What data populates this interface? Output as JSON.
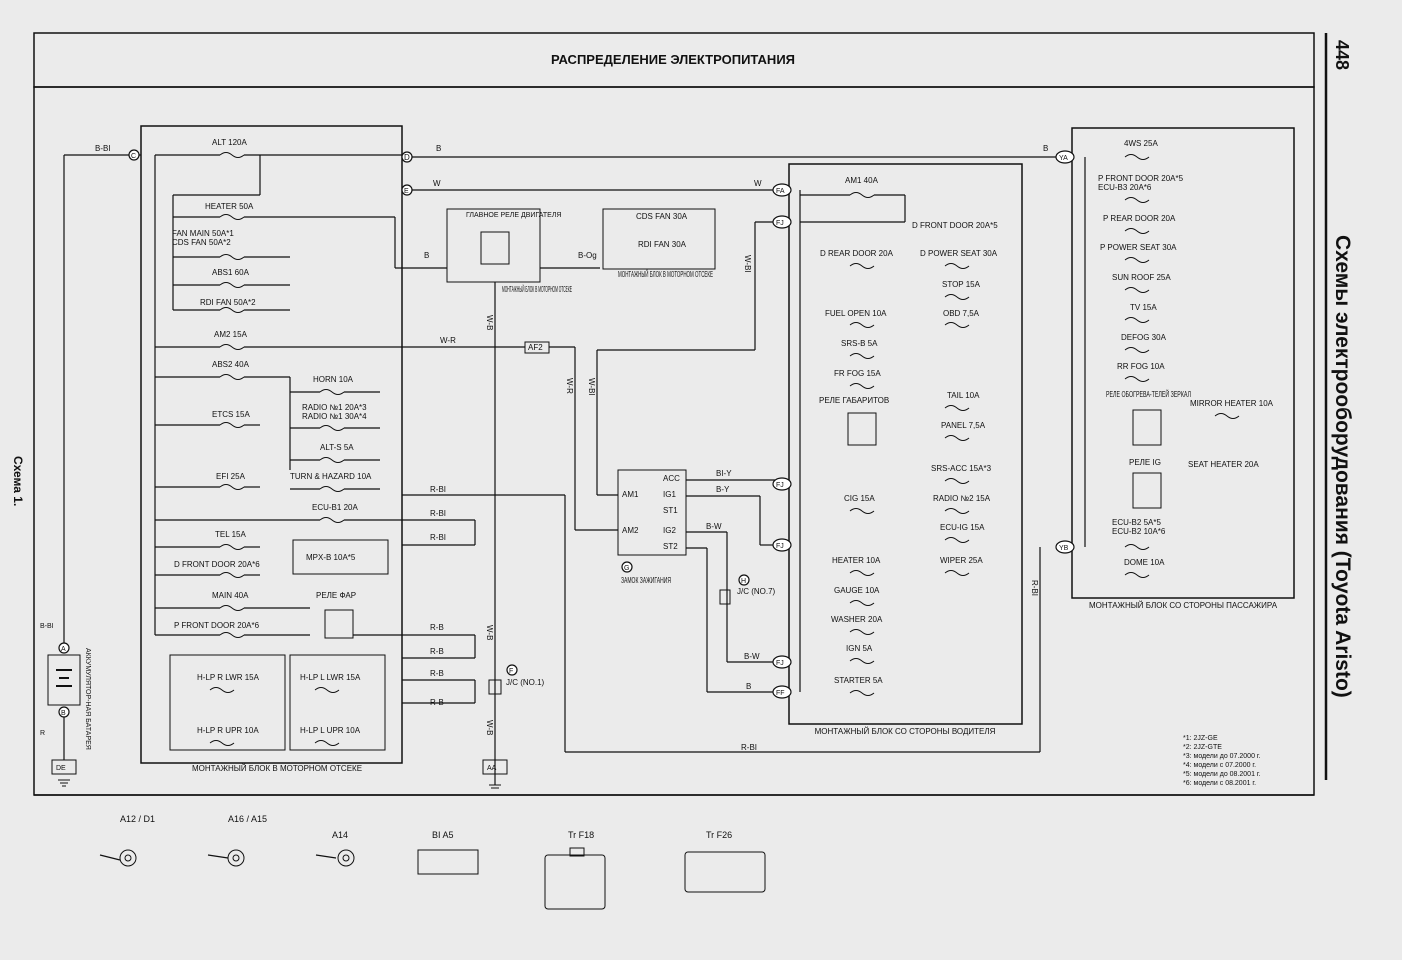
{
  "header": {
    "title": "РАСПРЕДЕЛЕНИЕ ЭЛЕКТРОПИТАНИЯ",
    "page_number": "448",
    "side_title": "Схемы электрооборудования (Toyota Aristo)",
    "scheme_label": "Схема 1."
  },
  "engine_block": {
    "caption": "МОНТАЖНЫЙ БЛОК В МОТОРНОМ ОТСЕКЕ",
    "fuses": [
      "ALT 120A",
      "HEATER 50A",
      "FAN MAIN 50A*1",
      "CDS FAN 50A*2",
      "ABS1 60A",
      "RDI FAN 50A*2",
      "AM2 15A",
      "ABS2 40A",
      "HORN 10A",
      "ETCS 15A",
      "RADIO №1 20A*3",
      "RADIO №1 30A*4",
      "ALT-S 5A",
      "EFI 25A",
      "TURN & HAZARD 10A",
      "ECU-B1 20A",
      "TEL 15A",
      "MPX-B 10A*5",
      "D FRONT DOOR 20A*6",
      "MAIN 40A",
      "P FRONT DOOR 20A*6",
      "H-LP R LWR 15A",
      "H-LP L LWR 15A",
      "H-LP R UPR 10A",
      "H-LP L UPR 10A"
    ],
    "relay_label": "РЕЛЕ ФАР"
  },
  "main_relay": {
    "title": "ГЛАВНОЕ РЕЛЕ ДВИГАТЕЛЯ",
    "block_note": "МОНТАЖНЫЙ БЛОК В МОТОРНОМ ОТСЕКЕ"
  },
  "fan_block": {
    "fuses": [
      "CDS FAN 30A",
      "RDI FAN 30A"
    ],
    "caption": "МОНТАЖНЫЙ БЛОК В МОТОРНОМ ОТСЕКЕ"
  },
  "driver_block": {
    "caption": "МОНТАЖНЫЙ БЛОК СО СТОРОНЫ ВОДИТЕЛЯ",
    "fuses_left": [
      "AM1 40A",
      "D REAR DOOR 20A",
      "FUEL OPEN 10A",
      "SRS-B 5A",
      "FR FOG 15A",
      "CIG 15A",
      "HEATER 10A",
      "GAUGE 10A",
      "WASHER 20A",
      "IGN 5A",
      "STARTER 5A"
    ],
    "fuses_right": [
      "D FRONT DOOR 20A*5",
      "D POWER SEAT 30A",
      "STOP 15A",
      "OBD 7,5A",
      "TAIL 10A",
      "PANEL 7,5A",
      "SRS-ACC 15A*3",
      "RADIO №2 15A",
      "ECU-IG 15A",
      "WIPER 25A"
    ],
    "relay_label": "РЕЛЕ ГАБАРИТОВ"
  },
  "passenger_block": {
    "caption": "МОНТАЖНЫЙ БЛОК СО СТОРОНЫ ПАССАЖИРА",
    "fuses": [
      "4WS 25A",
      "P FRONT DOOR 20A*5",
      "ECU-B3 20A*6",
      "P REAR DOOR 20A",
      "P POWER SEAT 30A",
      "SUN ROOF 25A",
      "TV 15A",
      "DEFOG 30A",
      "RR FOG 10A",
      "MIRROR HEATER 10A",
      "SEAT HEATER 20A",
      "ECU-B2 5A*5",
      "ECU-B2 10A*6",
      "DOME 10A"
    ],
    "relays": [
      "РЕЛЕ ОБОГРЕВА-ТЕЛЕЙ ЗЕРКАЛ",
      "РЕЛЕ IG"
    ]
  },
  "ignition": {
    "pins": [
      "AM1",
      "AM2",
      "ACC",
      "IG1",
      "ST1",
      "IG2",
      "ST2"
    ],
    "label": "ЗАМОК ЗАЖИГАНИЯ",
    "code": "G"
  },
  "battery": {
    "label": "АККУМУЛЯТОР-НАЯ БАТАРЕЯ"
  },
  "wires": [
    "B-BI",
    "B",
    "W",
    "W-B",
    "W-R",
    "W-BI",
    "R-BI",
    "R-B",
    "B-Y",
    "BI-Y",
    "B-W",
    "B-Og",
    "R"
  ],
  "junctions": [
    {
      "code": "F",
      "text": "J/C (NO.1)"
    },
    {
      "code": "H",
      "text": "J/C (NO.7)"
    }
  ],
  "footnotes": [
    "*1: 2JZ-GE",
    "*2: 2JZ-GTE",
    "*3: модели до 07.2000 г.",
    "*4: модели с 07.2000 г.",
    "*5: модели до 08.2001 г.",
    "*6: модели с 08.2001 г."
  ],
  "connectors": [
    {
      "id": "A12 / D1"
    },
    {
      "id": "A16 / A15"
    },
    {
      "id": "A14"
    },
    {
      "id": "BI A5"
    },
    {
      "id": "Tr F18"
    },
    {
      "id": "Tr F26"
    }
  ],
  "colors": {
    "paper": "#ebebeb",
    "ink": "#111111"
  }
}
